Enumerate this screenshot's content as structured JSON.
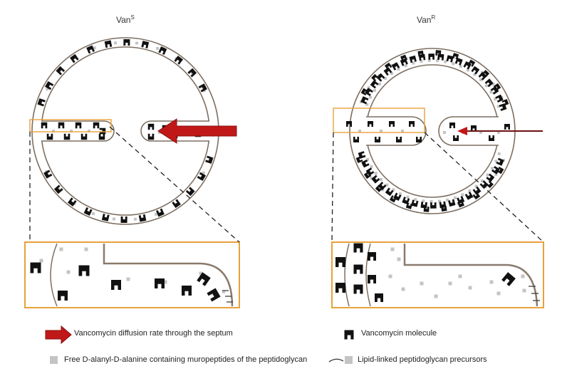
{
  "panels": {
    "left": {
      "title_main": "Van",
      "title_sup": "S"
    },
    "right": {
      "title_main": "Van",
      "title_sup": "R"
    }
  },
  "legend": {
    "diffusion": "Vancomycin diffusion rate through the septum",
    "vancomycin": "Vancomycin molecule",
    "free_dala": "Free D-alanyl-D-alanine containing muropeptides of the peptidoglycan",
    "lipid": "Lipid-linked peptidoglycan precursors"
  },
  "colors": {
    "wall_outline": "#7d6f62",
    "zoom_box": "#e8a13a",
    "arrow_red": "#c01818",
    "arrow_dark": "#6e1111",
    "molecule": "#111111",
    "muropeptide": "#c4c4c4"
  },
  "icons": [
    "red-arrow-icon",
    "vancomycin-molecule-icon",
    "grey-square-icon",
    "lipid-precursor-icon"
  ]
}
